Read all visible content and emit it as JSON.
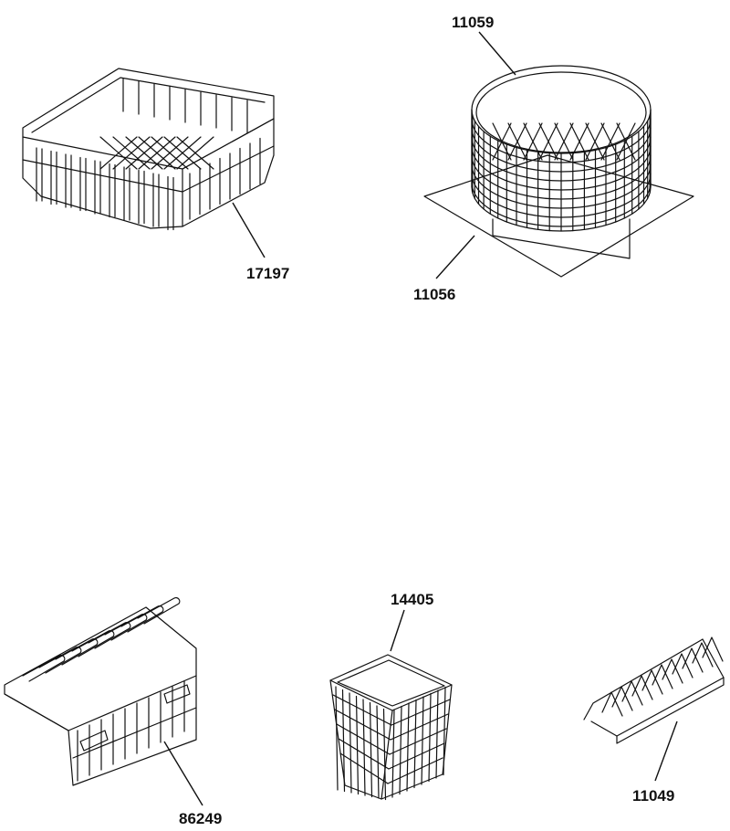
{
  "diagram": {
    "parts": [
      {
        "id": "rack_square",
        "label": "17197"
      },
      {
        "id": "cylinder_basket",
        "label": "11059"
      },
      {
        "id": "base_plate",
        "label": "11056"
      },
      {
        "id": "cutlery_holder",
        "label": "86249"
      },
      {
        "id": "cutlery_basket",
        "label": "14405"
      },
      {
        "id": "plate_rack",
        "label": "11049"
      }
    ],
    "colors": {
      "line": "#111111",
      "background": "#ffffff"
    }
  }
}
